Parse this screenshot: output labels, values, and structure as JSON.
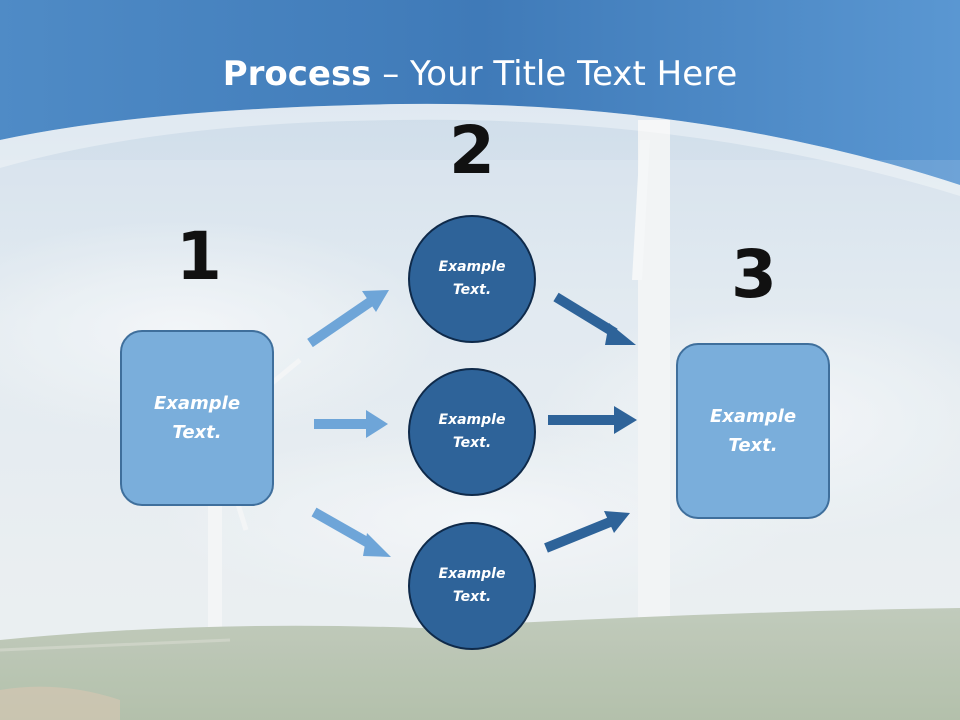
{
  "slide": {
    "title_bold": "Process",
    "title_rest": " – Your Title Text Here"
  },
  "steps": {
    "one": "1",
    "two": "2",
    "three": "3"
  },
  "boxes": {
    "left": "Example Text.",
    "right": "Example Text."
  },
  "circles": {
    "top": "Example Text.",
    "middle": "Example Text.",
    "bottom": "Example Text."
  },
  "colors": {
    "header_blue": "#4a86c2",
    "box_fill": "#7aaedb",
    "circle_fill": "#2e6399",
    "arrow_light": "#6ea5d8",
    "arrow_dark": "#2e6399"
  }
}
